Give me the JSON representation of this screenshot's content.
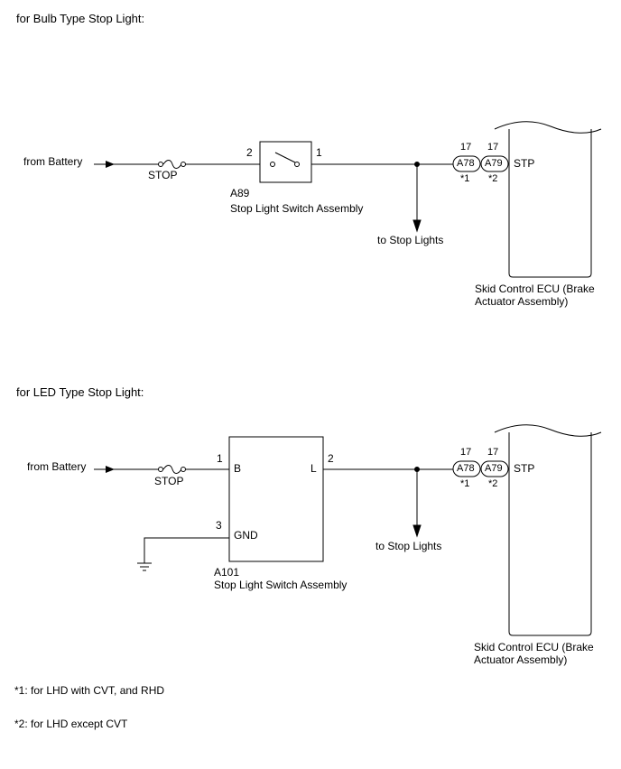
{
  "bulb": {
    "heading": "for Bulb Type Stop Light:",
    "source": "from Battery",
    "fuse": "STOP",
    "pin_in": "2",
    "pin_out": "1",
    "switch_code": "A89",
    "switch_name": "Stop Light Switch Assembly",
    "to_lights": "to Stop Lights",
    "conn1_pin": "17",
    "conn2_pin": "17",
    "conn1": "A78",
    "conn2": "A79",
    "conn1_note": "*1",
    "conn2_note": "*2",
    "ecu_terminal": "STP",
    "ecu_name_1": "Skid Control ECU (Brake",
    "ecu_name_2": "Actuator Assembly)"
  },
  "led": {
    "heading": "for LED Type Stop Light:",
    "source": "from Battery",
    "fuse": "STOP",
    "pin_b": "1",
    "term_b": "B",
    "term_l": "L",
    "pin_l": "2",
    "pin_gnd": "3",
    "term_gnd": "GND",
    "switch_code": "A101",
    "switch_name": "Stop Light Switch Assembly",
    "to_lights": "to Stop Lights",
    "conn1_pin": "17",
    "conn2_pin": "17",
    "conn1": "A78",
    "conn2": "A79",
    "conn1_note": "*1",
    "conn2_note": "*2",
    "ecu_terminal": "STP",
    "ecu_name_1": "Skid Control ECU (Brake",
    "ecu_name_2": "Actuator Assembly)"
  },
  "notes": [
    "*1: for LHD with CVT, and RHD",
    "*2: for LHD except CVT"
  ]
}
